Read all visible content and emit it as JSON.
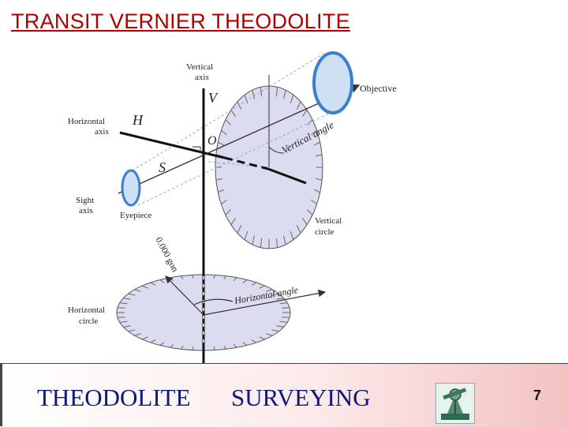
{
  "title": "TRANSIT VERNIER THEODOLITE",
  "diagram": {
    "labels": {
      "vertical_axis_line1": "Vertical",
      "vertical_axis_line2": "axis",
      "V": "V",
      "H": "H",
      "O": "O",
      "S": "S",
      "horizontal_axis_line1": "Horizontal",
      "horizontal_axis_line2": "axis",
      "sight_axis_line1": "Sight",
      "sight_axis_line2": "axis",
      "eyepiece": "Eyepiece",
      "objective": "Objective",
      "vertical_angle": "Vertical angle",
      "vertical_circle_line1": "Vertical",
      "vertical_circle_line2": "circle",
      "zero_reading": "0.000 gon",
      "horizontal_angle": "Horizontal angle",
      "horizontal_circle_line1": "Horizontal",
      "horizontal_circle_line2": "circle"
    }
  },
  "footer": {
    "left_text": "THEODOLITE",
    "right_text": "SURVEYING",
    "page_number": "7"
  },
  "colors": {
    "title": "#b00000",
    "footer_text": "#0a1a7a",
    "circle_fill": "#dcdcf0",
    "lens_fill": "#cfe0f5",
    "lens_edge": "#3b7fd0"
  }
}
